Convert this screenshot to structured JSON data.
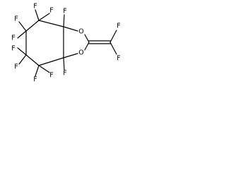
{
  "molecule": {
    "atoms": {
      "F1": "F",
      "F2": "F",
      "F3": "F",
      "F4": "F",
      "F5": "F",
      "F6": "F",
      "F7": "F",
      "F8": "F",
      "F9": "F",
      "F10": "F",
      "F11": "F",
      "F12": "F",
      "O1": "O",
      "O2": "O"
    }
  }
}
